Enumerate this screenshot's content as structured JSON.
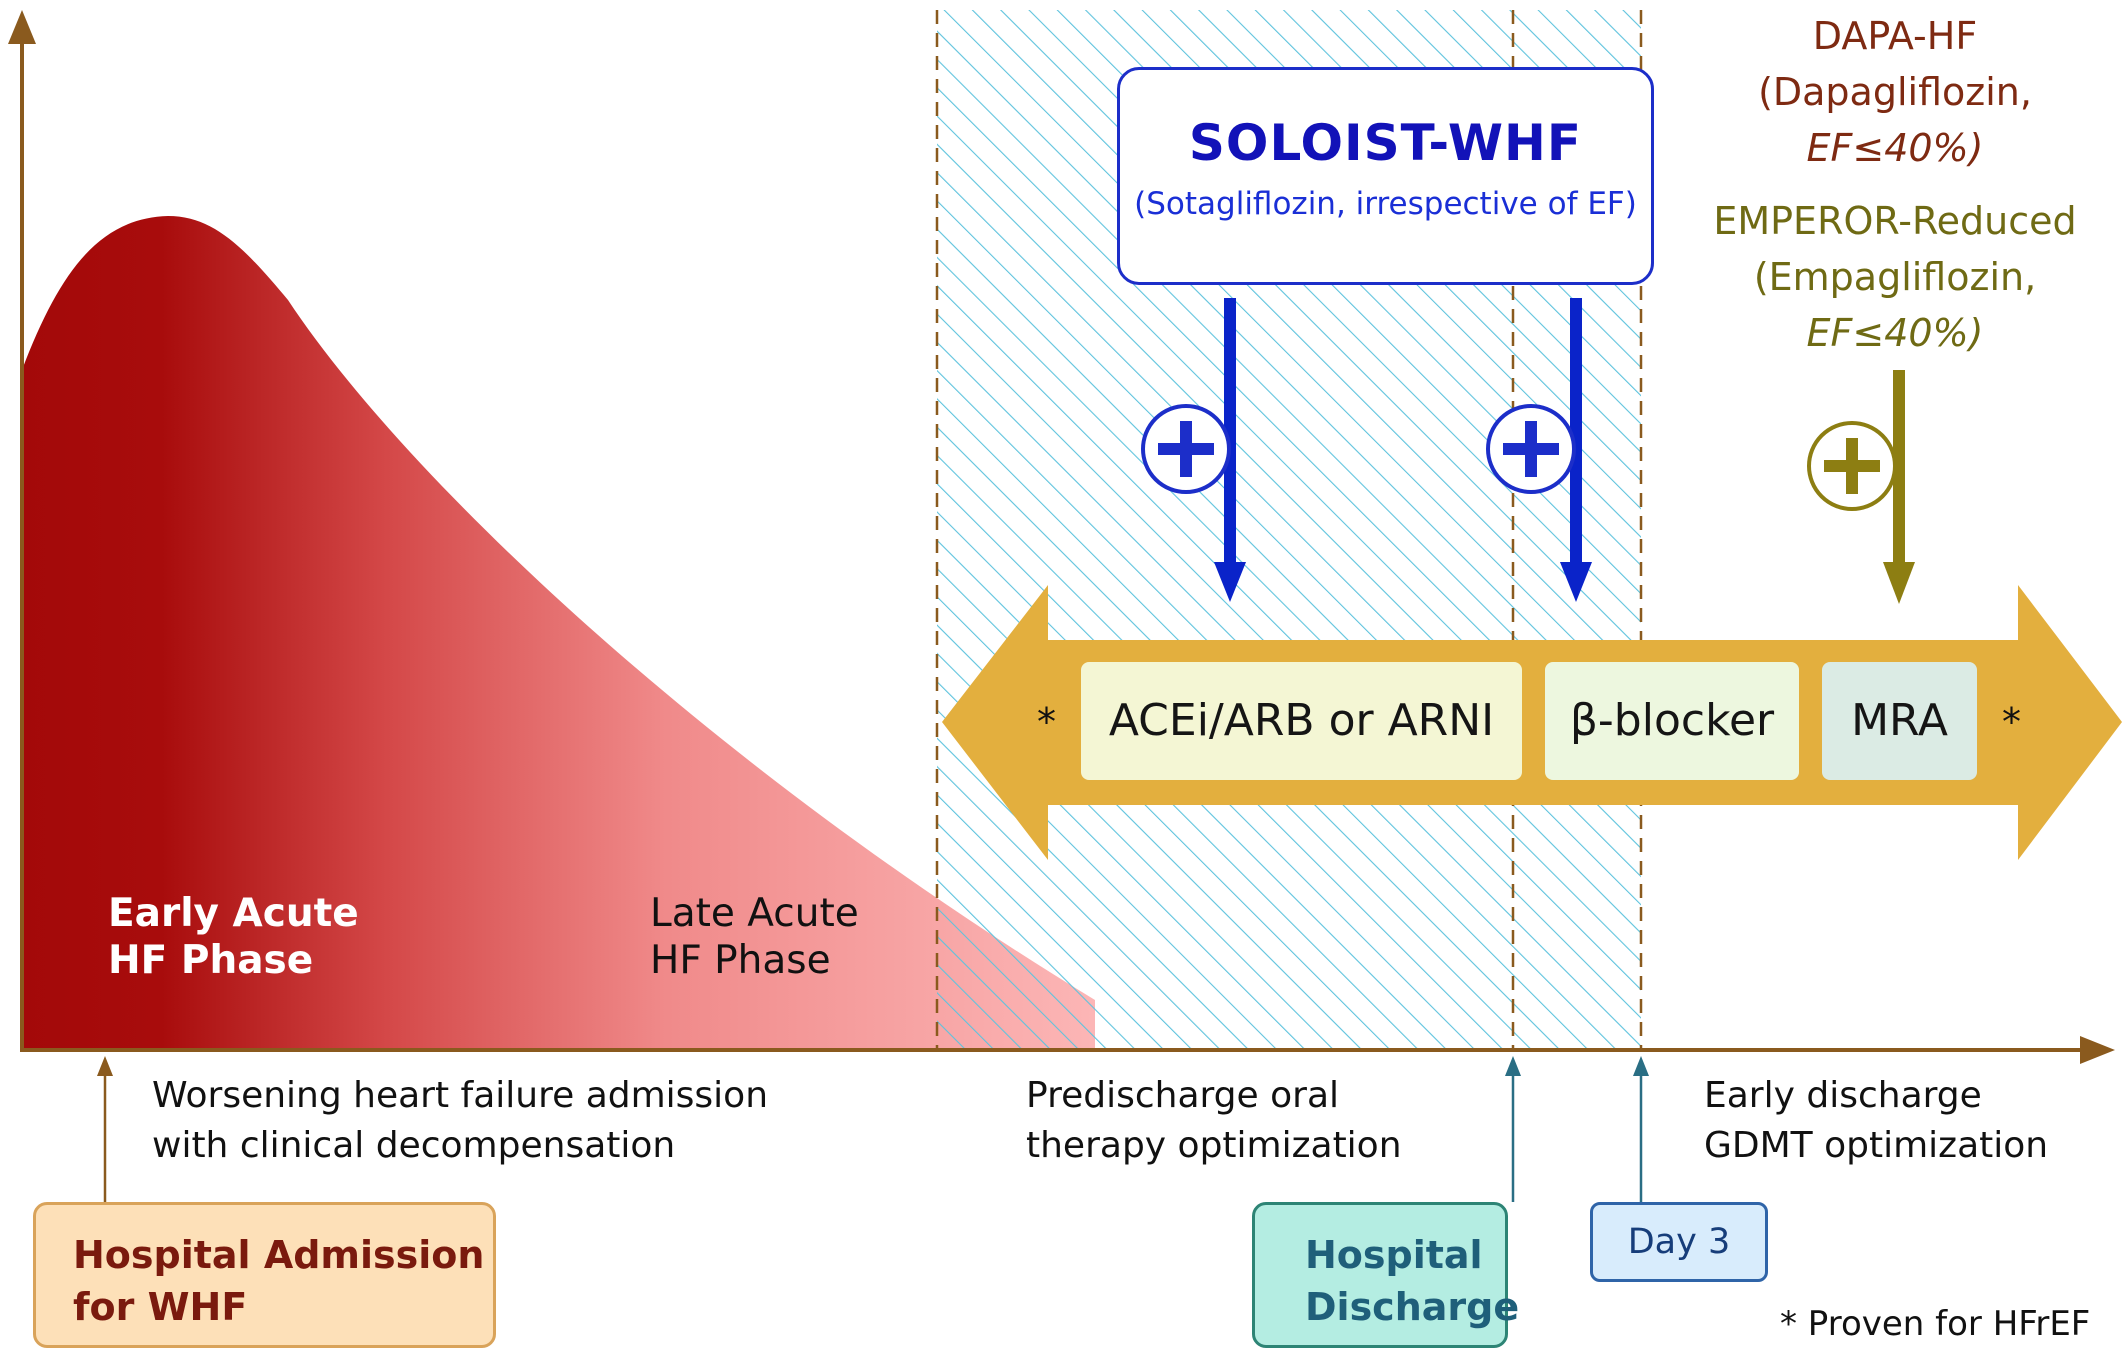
{
  "phases": {
    "early": [
      "Early Acute",
      "HF Phase"
    ],
    "late": [
      "Late Acute",
      "HF Phase"
    ]
  },
  "descriptions": {
    "admission": [
      "Worsening heart failure admission",
      "with clinical decompensation"
    ],
    "predischarge": [
      "Predischarge oral",
      "therapy optimization"
    ],
    "early_discharge": [
      "Early discharge",
      "GDMT optimization"
    ]
  },
  "milestones": {
    "admission": [
      "Hospital Admission",
      "for WHF"
    ],
    "discharge": [
      "Hospital",
      "Discharge"
    ],
    "day3": "Day 3"
  },
  "trials": {
    "soloist": {
      "name": "SOLOIST-WHF",
      "detail": "(Sotagliflozin, irrespective of EF)"
    },
    "dapa": {
      "name": "DAPA-HF",
      "drug": "(Dapagliflozin,",
      "ef": "EF≤40%)"
    },
    "emperor": {
      "name": "EMPEROR-Reduced",
      "drug": "(Empagliflozin,",
      "ef": "EF≤40%)"
    }
  },
  "therapy_bar": {
    "drugs": [
      "ACEi/ARB or ARNI",
      "β-blocker",
      "MRA"
    ],
    "marker": "*"
  },
  "footnote": "* Proven for HFrEF",
  "colors": {
    "axis": "#8a5a1e",
    "curve_dark": "#a80c0c",
    "curve_light": "#fbb0b0",
    "hatch": "#5ec3dd",
    "therapy_arrow": "#e3af3e",
    "soloist_blue": "#1c2ec9",
    "dapa_brown": "#7e2a12",
    "emperor_olive": "#8d7e12"
  },
  "icons": [
    "plus-circle-icon",
    "down-arrow-icon",
    "up-arrow-icon"
  ]
}
